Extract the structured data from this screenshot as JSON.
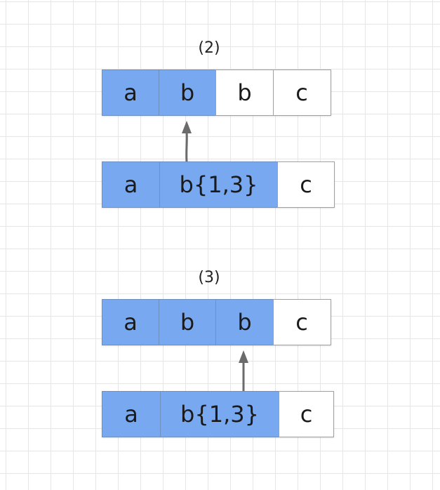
{
  "diagrams": [
    {
      "label": "(2)",
      "top_row": [
        {
          "text": "a",
          "active": true
        },
        {
          "text": "b",
          "active": true
        },
        {
          "text": "b",
          "active": false
        },
        {
          "text": "c",
          "active": false
        }
      ],
      "bottom_row": [
        {
          "text": "a",
          "active": true
        },
        {
          "text": "b{1,3}",
          "active": true
        },
        {
          "text": "c",
          "active": false
        }
      ]
    },
    {
      "label": "(3)",
      "top_row": [
        {
          "text": "a",
          "active": true
        },
        {
          "text": "b",
          "active": true
        },
        {
          "text": "b",
          "active": true
        },
        {
          "text": "c",
          "active": false
        }
      ],
      "bottom_row": [
        {
          "text": "a",
          "active": true
        },
        {
          "text": "b{1,3}",
          "active": true
        },
        {
          "text": "c",
          "active": false
        }
      ]
    }
  ],
  "colors": {
    "active": "#78a9f0",
    "inactive": "#ffffff",
    "arrow": "#6b6b6b"
  }
}
